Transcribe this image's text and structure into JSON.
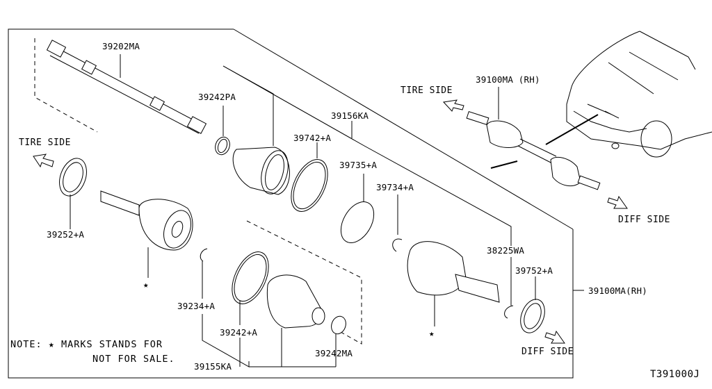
{
  "diagram": {
    "title_code": "T391000J",
    "parts": {
      "shaft": "39202MA",
      "boot_band_small_outer": "39242PA",
      "boot_kit_outer": "39156KA",
      "boot_band_large_outer": "39742+A",
      "circlip_large": "39735+A",
      "snap_ring": "39734+A",
      "dust_seal_outer": "39252+A",
      "outer_joint": "★",
      "circlip_inner": "39234+A",
      "boot_band_large_inner": "39242+A",
      "boot_band_small_inner": "39242MA",
      "boot_kit_inner": "39155KA",
      "inner_joint": "★",
      "circlip_end": "38225WA",
      "dust_seal_inner": "39752+A",
      "assembly_rh_top": "39100MA (RH)",
      "assembly_rh_side": "39100MA(RH)"
    },
    "directions": {
      "tire_side_left": "TIRE SIDE",
      "tire_side_top": "TIRE SIDE",
      "diff_side_top": "DIFF SIDE",
      "diff_side_bottom": "DIFF SIDE"
    },
    "note": {
      "line1": "NOTE: ★ MARKS STANDS FOR",
      "line2": "NOT FOR SALE."
    }
  }
}
